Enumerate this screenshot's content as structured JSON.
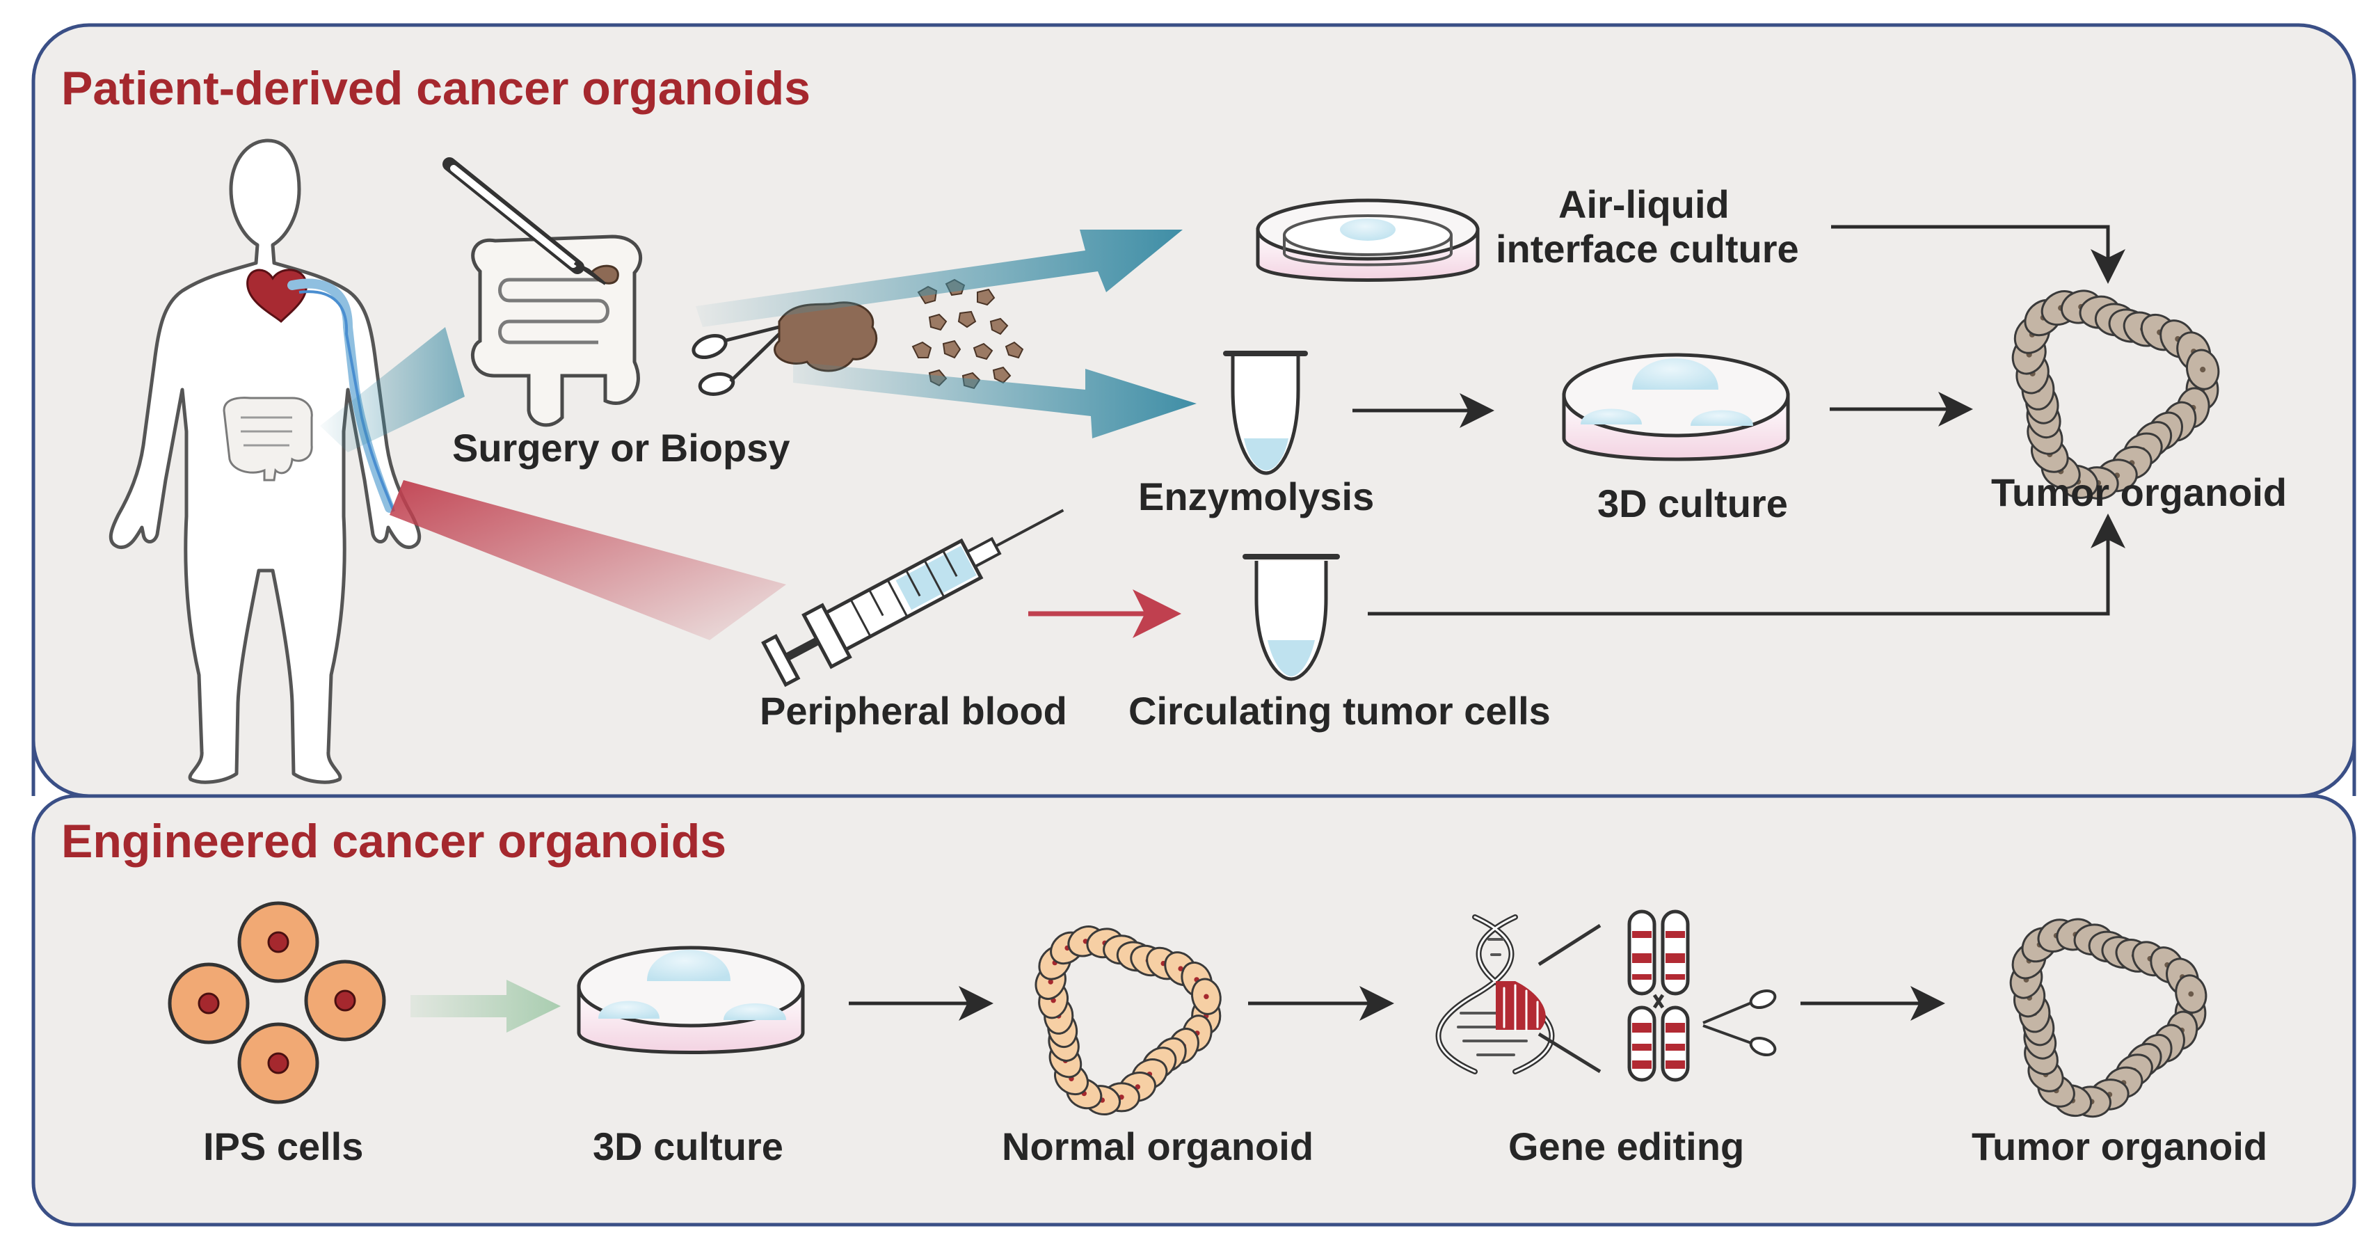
{
  "colors": {
    "panel_fill": "#efedeb",
    "panel_border": "#3a4f86",
    "title_red": "#a5282e",
    "teal_arrow": "#3f8ea6",
    "red_arrow": "#c0404f",
    "green_arrow": "#a9cdb0",
    "organoid_tumor": "#c4b5a5",
    "organoid_normal": "#f6cfa4",
    "ips_cell": "#f1a974",
    "dish_blue": "#cfe9f3",
    "dish_pink": "#f2d4e2"
  },
  "panel_top": {
    "title": "Patient-derived cancer organoids",
    "labels": {
      "surgery": "Surgery or Biopsy",
      "air_liquid_line1": "Air-liquid",
      "air_liquid_line2": "interface culture",
      "enzymolysis": "Enzymolysis",
      "culture_3d": "3D culture",
      "tumor_organoid": "Tumor organoid",
      "peripheral_blood": "Peripheral blood",
      "ctc": "Circulating tumor cells"
    }
  },
  "panel_bottom": {
    "title": "Engineered cancer organoids",
    "steps": [
      "IPS cells",
      "3D culture",
      "Normal organoid",
      "Gene editing",
      "Tumor organoid"
    ]
  },
  "icons": {
    "human": "human-body-icon",
    "colon": "colon-icon",
    "scalpel": "scalpel-icon",
    "scissors": "scissors-icon",
    "tissue": "tissue-fragments-icon",
    "dish": "petri-dish-icon",
    "tube": "test-tube-icon",
    "syringe": "syringe-icon",
    "organoid": "organoid-icon",
    "dna": "dna-icon",
    "chromosome": "chromosome-icon",
    "cell": "cell-icon"
  }
}
